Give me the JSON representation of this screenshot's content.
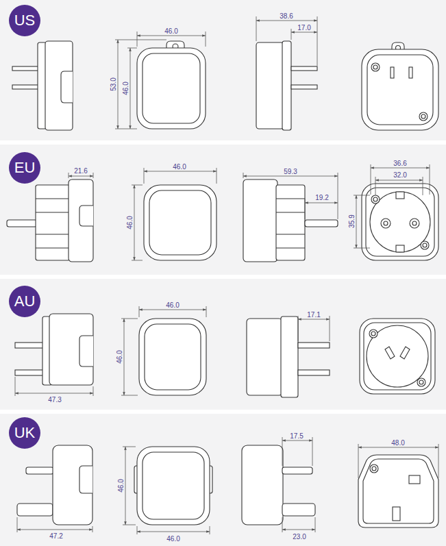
{
  "diagram": {
    "nodes": [
      {
        "text": [
          "US"
        ]
      },
      {
        "text": [
          "EU"
        ]
      },
      {
        "text": [
          "AU"
        ]
      },
      {
        "text": [
          "UK"
        ]
      }
    ],
    "labels": [
      "46.0",
      "53.0",
      "46.0",
      "38.6",
      "17.0",
      "21.6",
      "46.0",
      "46.0",
      "59.3",
      "19.2",
      "36.6",
      "32.0",
      "35.9",
      "46.0",
      "46.0",
      "17.1",
      "47.3",
      "17.5",
      "48.0",
      "46.0",
      "47.2",
      "46.0",
      "23.0"
    ]
  }
}
